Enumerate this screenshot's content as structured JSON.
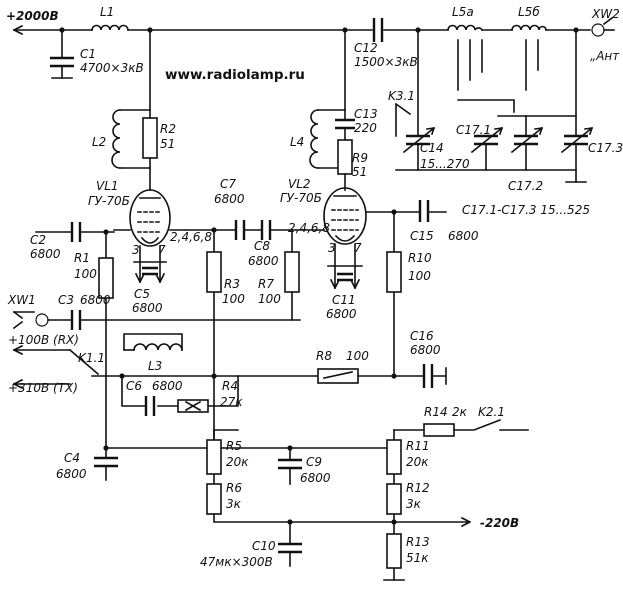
{
  "watermark": "www.radiolamp.ru",
  "supplies": {
    "hv": "+2000В",
    "rx": "+100В (RX)",
    "tx": "+310В (TX)",
    "bias": "-220В"
  },
  "connectors": {
    "xw1": "XW1",
    "xw2": "XW2",
    "ant": "„Ант"
  },
  "tubes": [
    {
      "ref": "VL1",
      "type": "ГУ-70Б",
      "pins": "2,4,6,8",
      "pin_a": "3",
      "pin_b": "7"
    },
    {
      "ref": "VL2",
      "type": "ГУ-70Б",
      "pins": "2,4,6,8",
      "pin_a": "3",
      "pin_b": "7"
    }
  ],
  "inductors": {
    "l1": "L1",
    "l2": "L2",
    "l3": "L3",
    "l4": "L4",
    "l5a": "L5а",
    "l5b": "L5б"
  },
  "resistors": {
    "r1": {
      "ref": "R1",
      "value": "100"
    },
    "r2": {
      "ref": "R2",
      "value": "51"
    },
    "r3": {
      "ref": "R3",
      "value": "100"
    },
    "r4": {
      "ref": "R4",
      "value": "27к"
    },
    "r5": {
      "ref": "R5",
      "value": "20к"
    },
    "r6": {
      "ref": "R6",
      "value": "3к"
    },
    "r7": {
      "ref": "R7",
      "value": "100"
    },
    "r8": {
      "ref": "R8",
      "value": "100"
    },
    "r9": {
      "ref": "R9",
      "value": "51"
    },
    "r10": {
      "ref": "R10",
      "value": "100"
    },
    "r11": {
      "ref": "R11",
      "value": "20к"
    },
    "r12": {
      "ref": "R12",
      "value": "3к"
    },
    "r13": {
      "ref": "R13",
      "value": "51к"
    },
    "r14": {
      "ref": "R14",
      "value": "2к"
    }
  },
  "capacitors": {
    "c1": {
      "ref": "C1",
      "value": "4700×3кВ"
    },
    "c2": {
      "ref": "C2",
      "value": "6800"
    },
    "c3": {
      "ref": "C3",
      "value": "6800"
    },
    "c4": {
      "ref": "C4",
      "value": "6800"
    },
    "c5": {
      "ref": "C5",
      "value": "6800"
    },
    "c6": {
      "ref": "C6",
      "value": "6800"
    },
    "c7": {
      "ref": "C7",
      "value": "6800"
    },
    "c8": {
      "ref": "C8",
      "value": "6800"
    },
    "c9": {
      "ref": "C9",
      "value": "6800"
    },
    "c10": {
      "ref": "C10",
      "value": "47мк×300В"
    },
    "c11": {
      "ref": "C11",
      "value": "6800"
    },
    "c12": {
      "ref": "C12",
      "value": "1500×3кВ"
    },
    "c13": {
      "ref": "C13",
      "value": "220"
    },
    "c14": {
      "ref": "C14",
      "value": "15...270"
    },
    "c15": {
      "ref": "C15",
      "value": "6800"
    },
    "c16": {
      "ref": "C16",
      "value": "6800"
    },
    "c171": {
      "ref": "C17.1"
    },
    "c172": {
      "ref": "C17.2"
    },
    "c173": {
      "ref": "C17.3"
    },
    "c17_note": "C17.1-C17.3 15...525"
  },
  "relays": {
    "k11": "K1.1",
    "k21": "K2.1",
    "k31": "K3.1"
  }
}
